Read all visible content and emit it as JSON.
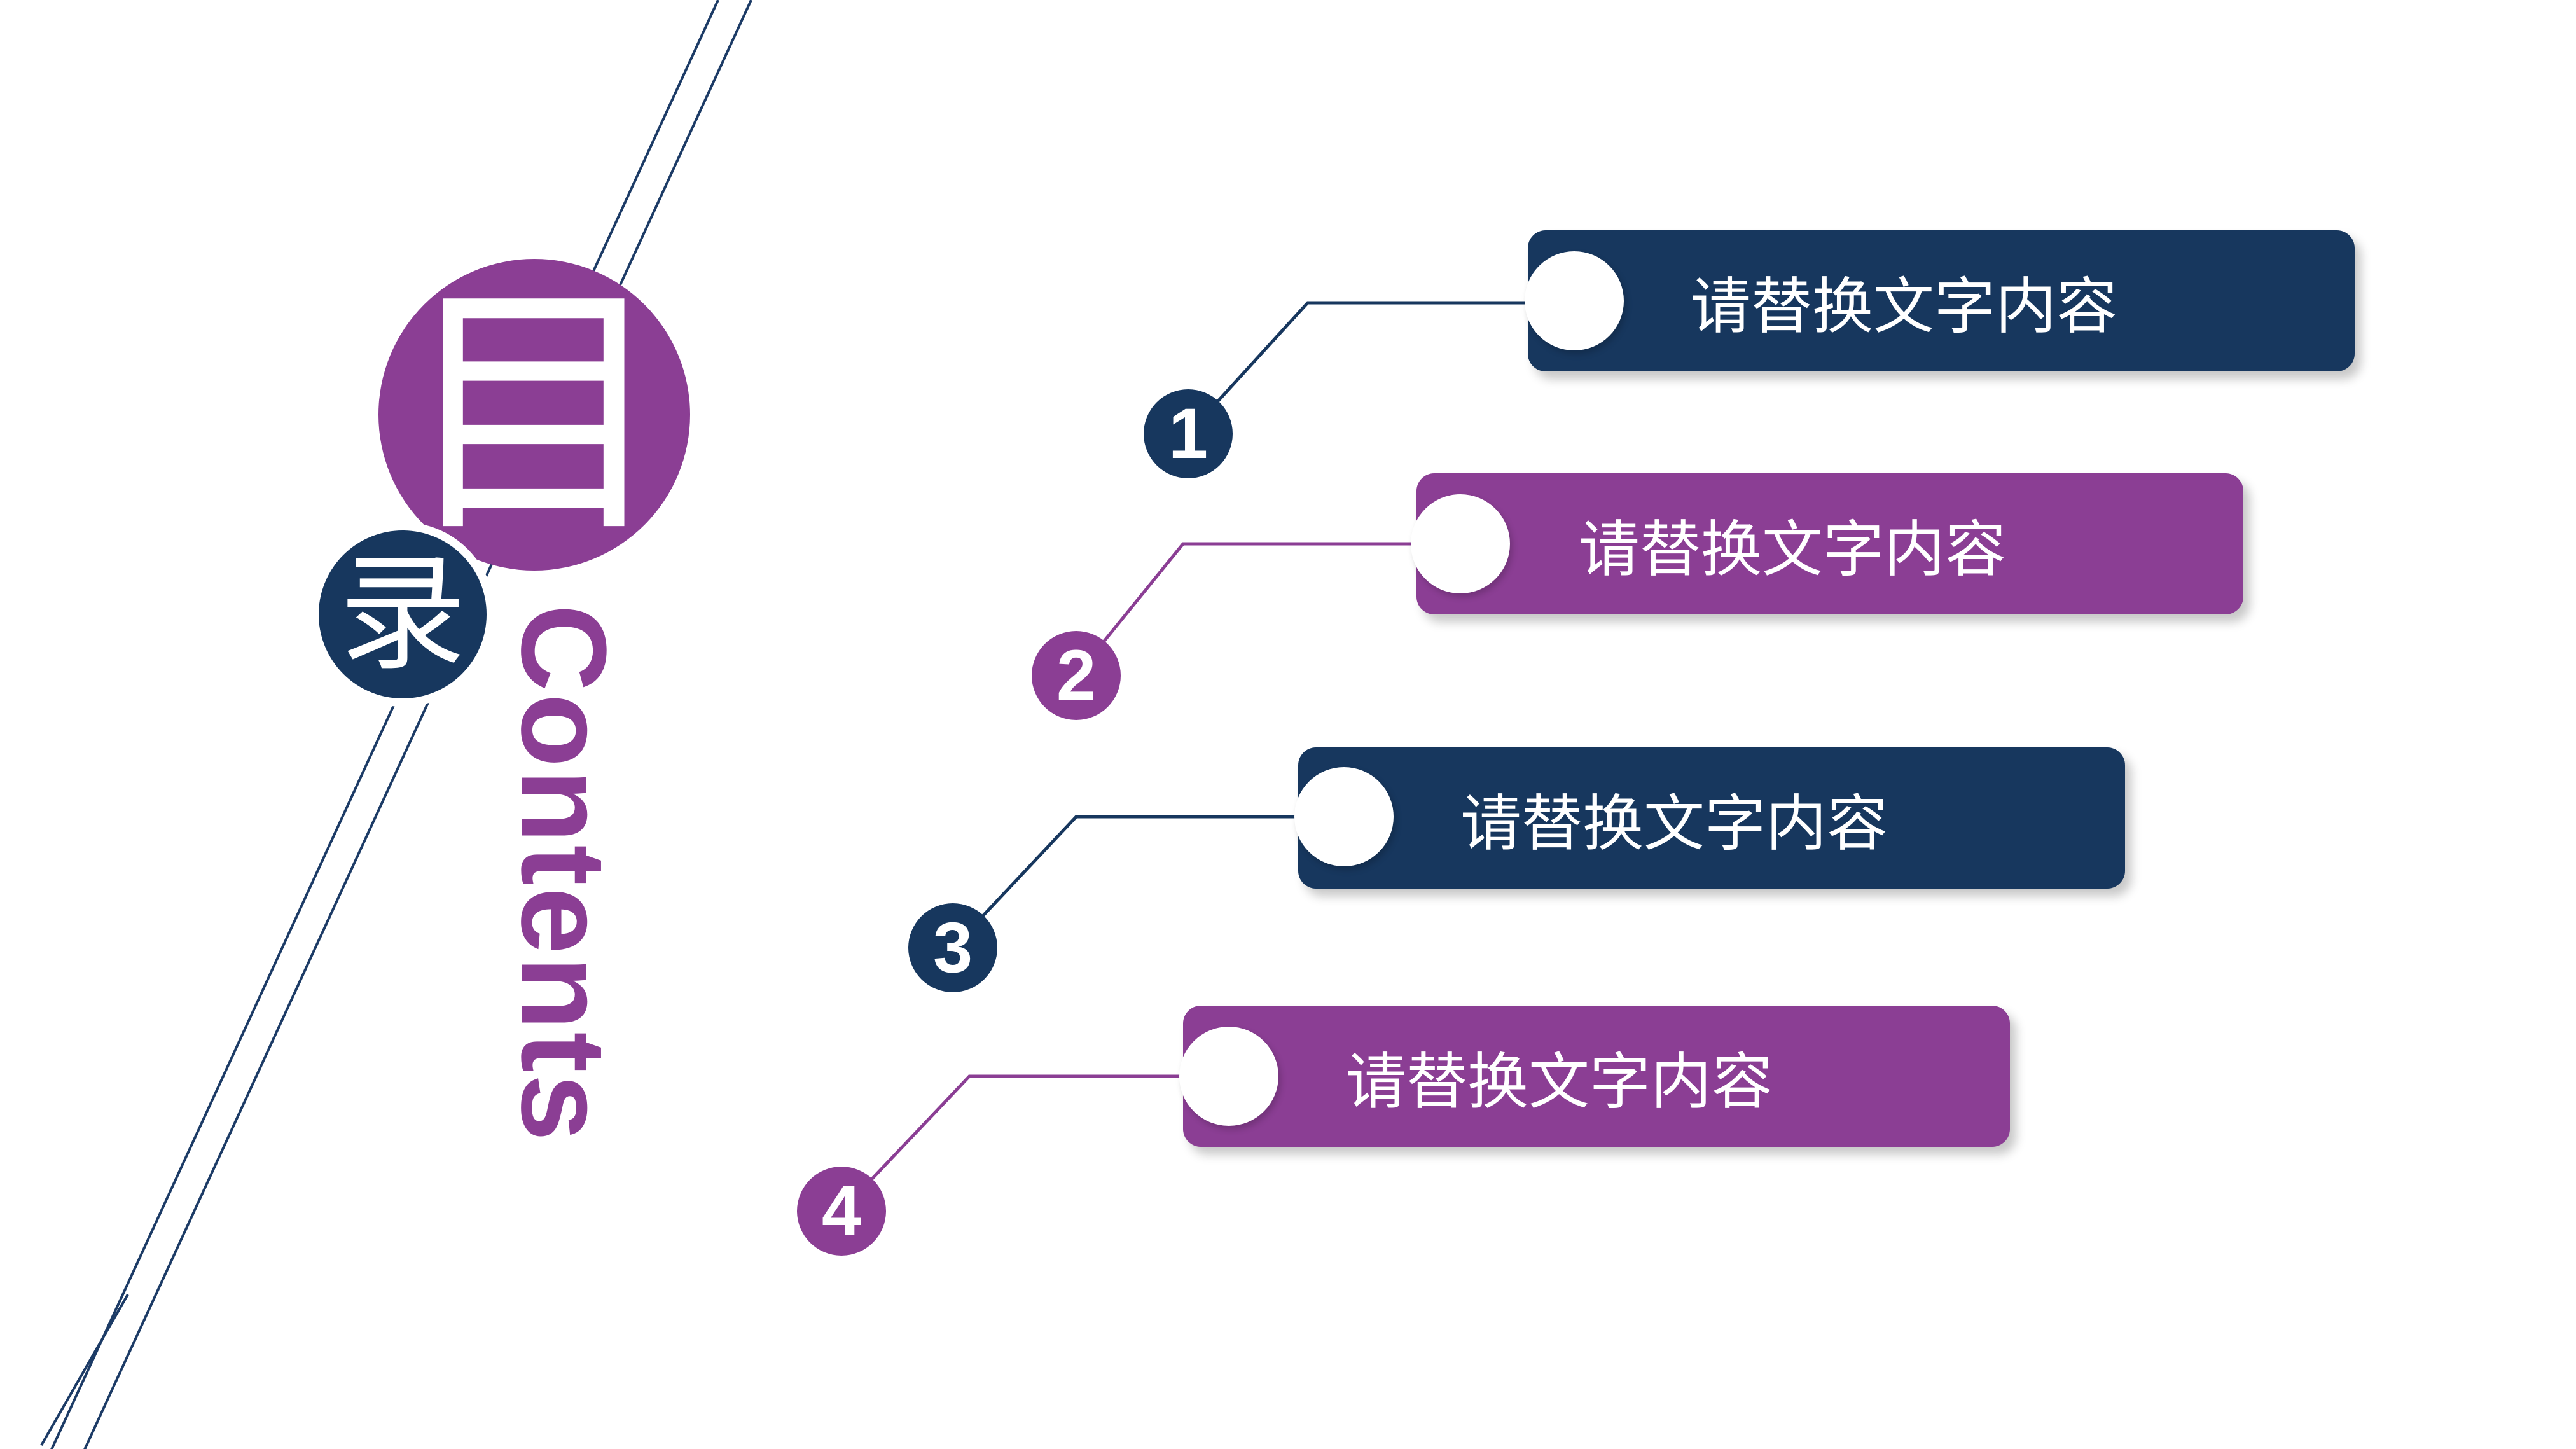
{
  "slide": {
    "toc_title": {
      "cn_char_1": "目",
      "cn_char_2": "录",
      "en": "Contents"
    }
  },
  "items": [
    {
      "number": "1",
      "label": "请替换文字内容",
      "color": "#17375e"
    },
    {
      "number": "2",
      "label": "请替换文字内容",
      "color": "#8b3e94"
    },
    {
      "number": "3",
      "label": "请替换文字内容",
      "color": "#17375e"
    },
    {
      "number": "4",
      "label": "请替换文字内容",
      "color": "#8b3e94"
    }
  ],
  "colors": {
    "navy": "#17375e",
    "purple": "#8b3e94",
    "background": "#ffffff",
    "text_on_banner": "#ffffff"
  }
}
